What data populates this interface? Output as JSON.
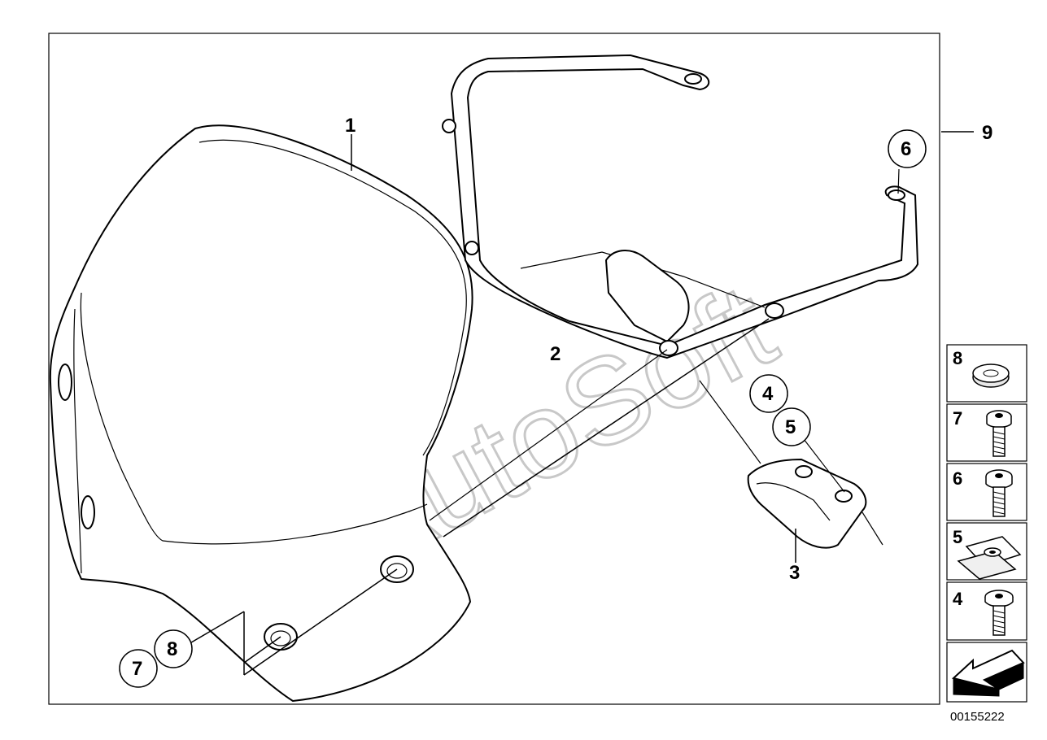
{
  "diagram": {
    "callouts": {
      "part_1": "1",
      "part_2": "2",
      "part_3": "3",
      "part_4": "4",
      "part_5": "5",
      "part_6": "6",
      "part_7": "7",
      "part_8": "8",
      "part_9": "9"
    },
    "legend": [
      {
        "number": "8",
        "icon": "washer-icon"
      },
      {
        "number": "7",
        "icon": "torx-screw-icon"
      },
      {
        "number": "6",
        "icon": "torx-screw-icon"
      },
      {
        "number": "5",
        "icon": "spring-nut-icon"
      },
      {
        "number": "4",
        "icon": "torx-screw-icon"
      }
    ],
    "legend_arrow_icon": "direction-arrow-icon",
    "watermark": "AutoSoft",
    "document_id": "00155222"
  }
}
